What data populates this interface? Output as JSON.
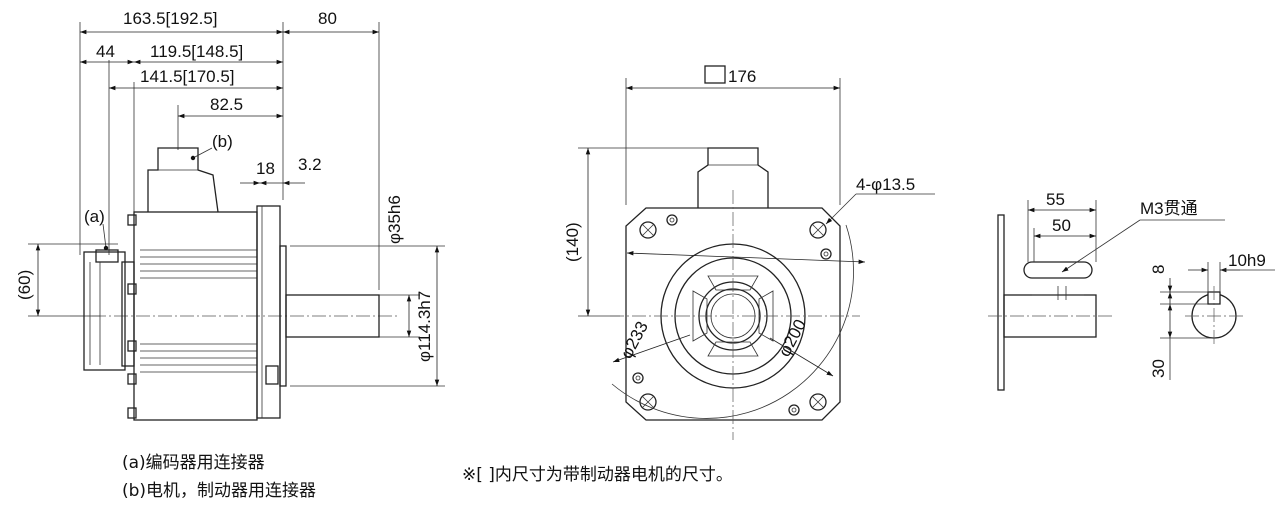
{
  "side_view": {
    "dim_total_length": "163.5[192.5]",
    "dim_shaft_length": "80",
    "dim_encoder": "44",
    "dim_body": "119.5[148.5]",
    "dim_body_alt": "141.5[170.5]",
    "dim_connector_pos": "82.5",
    "dim_flange": "18",
    "dim_flange_offset": "3.2",
    "dim_encoder_height": "(60)",
    "dim_shaft_dia": "φ35h6",
    "dim_spigot_dia": "φ114.3h7",
    "label_a": "(a)",
    "label_b": "(b)"
  },
  "front_view": {
    "dim_square": "176",
    "dim_holes": "4-φ13.5",
    "dim_connector_height": "(140)",
    "dim_pcd": "φ233",
    "dim_flange_dia": "φ200"
  },
  "shaft_view": {
    "dim_key_len_1": "55",
    "dim_key_len_2": "50",
    "dim_thread": "M3贯通",
    "dim_key_depth": "8",
    "dim_key_width": "10h9",
    "dim_shaft_height": "30"
  },
  "notes": {
    "legend_a": "(a)编码器用连接器",
    "legend_b": "(b)电机，制动器用连接器",
    "bracket_note": "※[ ]内尺寸为带制动器电机的尺寸。"
  }
}
